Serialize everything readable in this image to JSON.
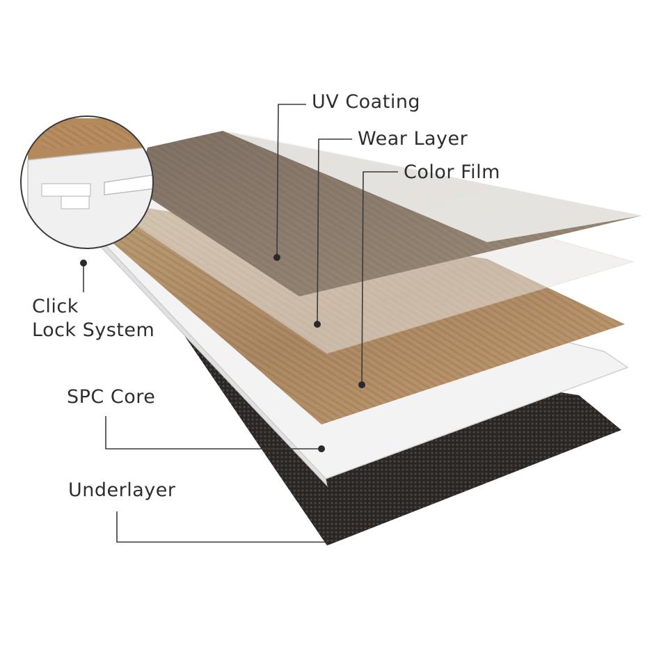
{
  "labels": {
    "uv_coating": "UV Coating",
    "wear_layer": "Wear Layer",
    "color_film": "Color Film",
    "click_lock_line1": "Click",
    "click_lock_line2": "Lock System",
    "spc_core": "SPC Core",
    "underlayer": "Underlayer"
  },
  "colors": {
    "wood_dark": "#8a7b6c",
    "wood_light": "#b08a63",
    "core": "#f2f2f2",
    "underlayer": "#2a2624",
    "leader": "#3a3a3a"
  }
}
